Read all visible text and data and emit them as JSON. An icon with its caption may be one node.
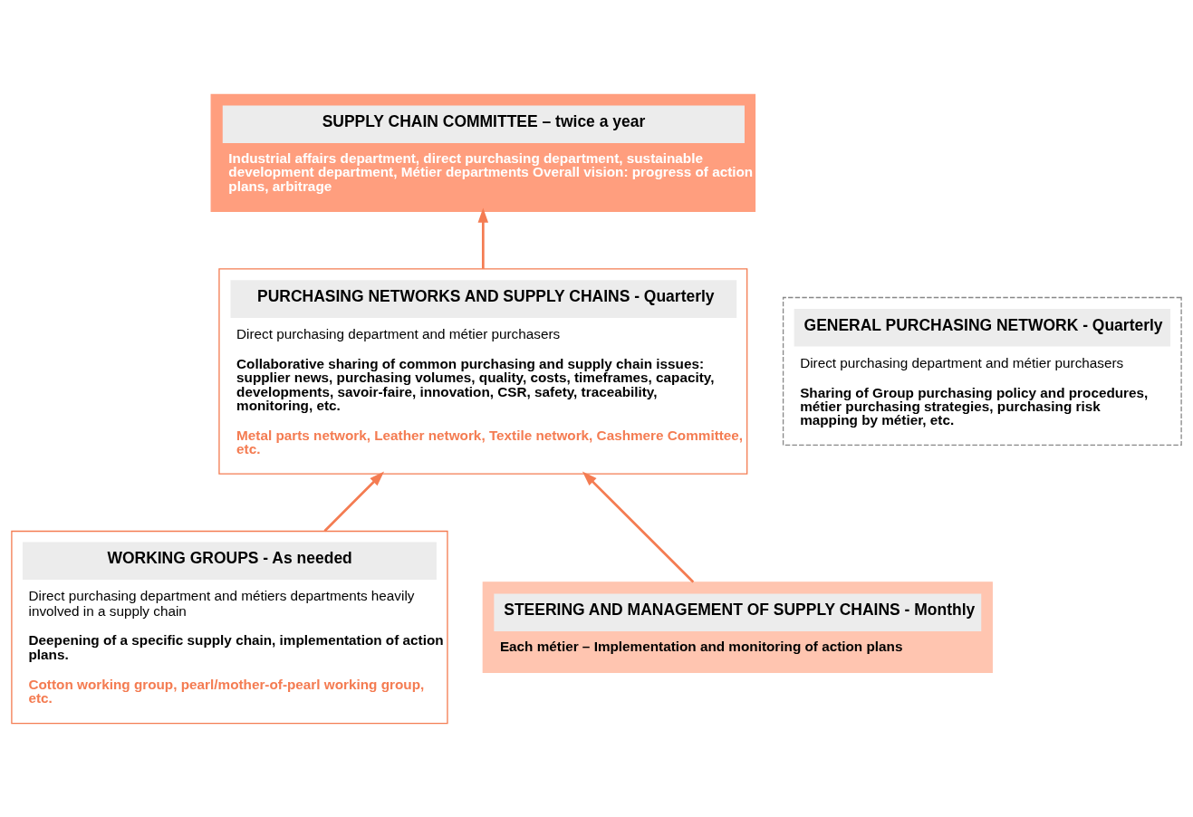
{
  "diagram": {
    "nodes": [
      {
        "text": [
          "SUPPLY CHAIN COMMITTEE – twice a year",
          "Industrial affairs department, direct purchasing department, sustainable development department, Métier departments Overall vision: progress of action plans, arbitrage"
        ]
      },
      {
        "text": [
          "PURCHASING NETWORKS AND SUPPLY CHAINS - Quarterly",
          "Direct purchasing department and métier purchasers",
          "Collaborative sharing of common purchasing and supply chain issues: supplier news, purchasing volumes, quality, costs, timeframes, capacity, developments, savoir-faire, innovation, CSR, safety, traceability, monitoring, etc.",
          "Metal parts network, Leather network, Textile network, Cashmere Committee, etc."
        ]
      },
      {
        "text": [
          "GENERAL PURCHASING NETWORK - Quarterly",
          "Direct purchasing department and métier purchasers",
          "Sharing of Group purchasing policy and procedures, métier purchasing strategies, purchasing risk mapping by métier, etc."
        ]
      },
      {
        "text": [
          "WORKING GROUPS - As needed",
          "Direct purchasing department and métiers departments heavily involved in a supply chain",
          "Deepening of a specific supply chain, implementation of action plans.",
          "Cotton working group, pearl/mother-of-pearl working group, etc."
        ]
      },
      {
        "text": [
          "STEERING AND MANAGEMENT OF SUPPLY CHAINS - Monthly",
          "Each métier – Implementation and monitoring of action plans"
        ]
      }
    ],
    "edges": [
      {
        "from": 1,
        "to": 0,
        "arrow": "to"
      },
      {
        "from": 3,
        "to": 1,
        "arrow": "to"
      },
      {
        "from": 4,
        "to": 1,
        "arrow": "to"
      }
    ]
  }
}
